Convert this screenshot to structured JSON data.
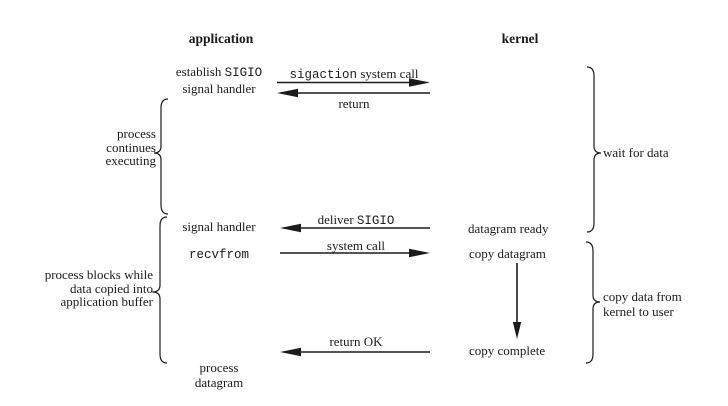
{
  "figure": {
    "description": "Signal-Driven I/O model: application and kernel timeline diagram",
    "ink_color": "#1b1b1b",
    "background_color": "#ffffff"
  },
  "headers": {
    "application": "application",
    "kernel": "kernel"
  },
  "application_column": {
    "establish_line1_text": "establish ",
    "establish_line1_code": "SIGIO",
    "establish_line2": "signal handler",
    "signal_handler": "signal handler",
    "recvfrom_code": "recvfrom",
    "process_datagram_line1": "process",
    "process_datagram_line2": "datagram"
  },
  "kernel_column": {
    "datagram_ready": "datagram ready",
    "copy_datagram": "copy datagram",
    "copy_complete": "copy complete"
  },
  "arrow_labels": {
    "sigaction_code": "sigaction",
    "sigaction_text": " system call",
    "return_label": "return",
    "deliver_text": "deliver ",
    "deliver_code": "SIGIO",
    "system_call": "system call",
    "return_ok": "return OK"
  },
  "annotations": {
    "process_continues_line1": "process",
    "process_continues_line2": "continues",
    "process_continues_line3": "executing",
    "wait_for_data": "wait for data",
    "process_blocks_line1": "process blocks while",
    "process_blocks_line2": "data copied into",
    "process_blocks_line3": "application buffer",
    "copy_data_line1": "copy data from",
    "copy_data_line2": "kernel to user"
  }
}
